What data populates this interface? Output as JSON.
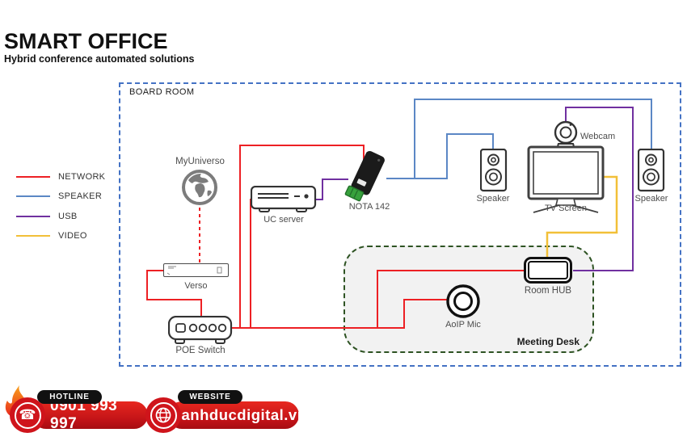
{
  "header": {
    "title": "SMART OFFICE",
    "subtitle": "Hybrid conference automated solutions"
  },
  "board_room": {
    "label": "BOARD ROOM"
  },
  "legend": {
    "items": [
      {
        "label": "NETWORK",
        "color": "#ed2024"
      },
      {
        "label": "SPEAKER",
        "color": "#5b87c5"
      },
      {
        "label": "USB",
        "color": "#7030a0"
      },
      {
        "label": "VIDEO",
        "color": "#f2c038"
      }
    ]
  },
  "devices": {
    "my_universo": {
      "label": "MyUniverso"
    },
    "uc_server": {
      "label": "UC server"
    },
    "nota": {
      "label": "NOTA 142"
    },
    "webcam": {
      "label": "Webcam"
    },
    "speaker_left": {
      "label": "Speaker"
    },
    "speaker_right": {
      "label": "Speaker"
    },
    "tv": {
      "label": "TV Screen"
    },
    "verso": {
      "label": "Verso"
    },
    "poe": {
      "label": "POE Switch"
    },
    "room_hub": {
      "label": "Room HUB"
    },
    "aoip_mic": {
      "label": "AoIP Mic"
    },
    "meeting_desk": {
      "label": "Meeting Desk"
    }
  },
  "footer": {
    "hotline": {
      "tag": "HOTLINE",
      "value": "0901 993 997"
    },
    "website": {
      "tag": "WEBSITE",
      "value": "anhducdigital.vn"
    }
  },
  "colors": {
    "network": "#ed2024",
    "speaker": "#5b87c5",
    "usb": "#7030a0",
    "video": "#f2c038",
    "board_border": "#4472c4",
    "desk_border": "#2e5323",
    "desk_fill": "#f2f2f2",
    "brand_red": "#cf141b",
    "badge_black": "#111111"
  }
}
